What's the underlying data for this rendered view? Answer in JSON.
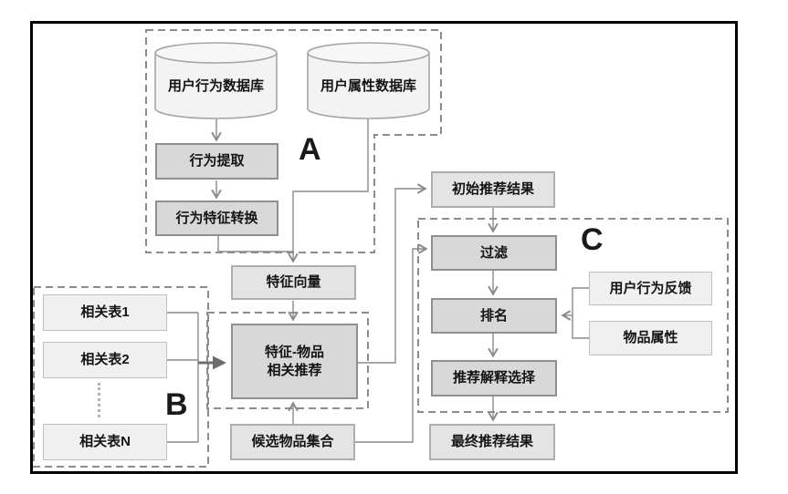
{
  "diagram": {
    "groups": {
      "a": "A",
      "b": "B",
      "c": "C"
    },
    "nodes": {
      "behavior_db": "用户行为数据库",
      "attr_db": "用户属性数据库",
      "behavior_extract": "行为提取",
      "behavior_convert": "行为特征转换",
      "feature_vector": "特征向量",
      "feature_item_line1": "特征-物品",
      "feature_item_line2": "相关推荐",
      "initial_result": "初始推荐结果",
      "filter": "过滤",
      "ranking": "排名",
      "explain_select": "推荐解释选择",
      "final_result": "最终推荐结果",
      "candidate_set": "候选物品集合",
      "related_table_1": "相关表1",
      "related_table_2": "相关表2",
      "related_table_n": "相关表N",
      "user_feedback": "用户行为反馈",
      "item_attrs": "物品属性"
    },
    "colors": {
      "box_dark": "#d8d8d8",
      "box_mid": "#e4e4e4",
      "box_light": "#f0f0f0",
      "line": "#8a8a8a",
      "dashed_border": "#8c8c8c",
      "frame": "#000000"
    }
  }
}
